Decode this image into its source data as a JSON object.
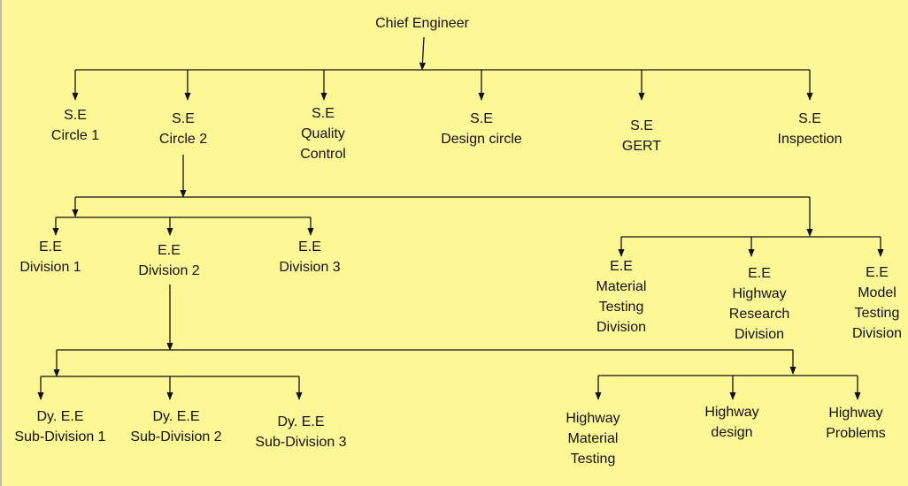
{
  "chart": {
    "root": {
      "lines": [
        "Chief Engineer"
      ]
    },
    "se_circle_1": {
      "lines": [
        "S.E",
        "Circle 1"
      ]
    },
    "se_circle_2": {
      "lines": [
        "S.E",
        "Circle 2"
      ]
    },
    "se_quality_control": {
      "lines": [
        "S.E",
        "Quality",
        "Control"
      ]
    },
    "se_design_circle": {
      "lines": [
        "S.E",
        "Design circle"
      ]
    },
    "se_gert": {
      "lines": [
        "S.E",
        "GERT"
      ]
    },
    "se_inspection": {
      "lines": [
        "S.E",
        "Inspection"
      ]
    },
    "ee_division_1": {
      "lines": [
        "E.E",
        "Division 1"
      ]
    },
    "ee_division_2": {
      "lines": [
        "E.E",
        "Division 2"
      ]
    },
    "ee_division_3": {
      "lines": [
        "E.E",
        "Division 3"
      ]
    },
    "ee_material_testing": {
      "lines": [
        "E.E",
        "Material",
        "Testing",
        "Division"
      ]
    },
    "ee_highway_research": {
      "lines": [
        "E.E",
        "Highway",
        "Research",
        "Division"
      ]
    },
    "ee_model_testing": {
      "lines": [
        "E.E",
        "Model",
        "Testing",
        "Division"
      ]
    },
    "dy_ee_sub_division_1": {
      "lines": [
        "Dy. E.E",
        "Sub-Division 1"
      ]
    },
    "dy_ee_sub_division_2": {
      "lines": [
        "Dy. E.E",
        "Sub-Division 2"
      ]
    },
    "dy_ee_sub_division_3": {
      "lines": [
        "Dy. E.E",
        "Sub-Division 3"
      ]
    },
    "highway_material_testing": {
      "lines": [
        "Highway",
        "Material",
        "Testing"
      ]
    },
    "highway_design": {
      "lines": [
        "Highway",
        "design"
      ]
    },
    "highway_problems": {
      "lines": [
        "Highway",
        "Problems"
      ]
    }
  }
}
